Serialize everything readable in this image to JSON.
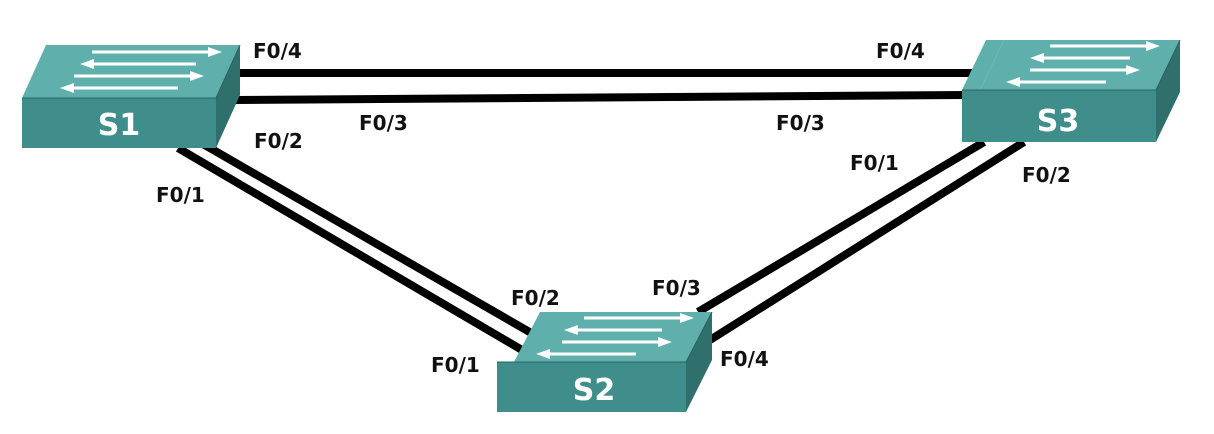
{
  "switches": [
    {
      "id": "S1",
      "name": "S1"
    },
    {
      "id": "S2",
      "name": "S2"
    },
    {
      "id": "S3",
      "name": "S3"
    }
  ],
  "links": [
    {
      "from": "S1",
      "from_port": "F0/4",
      "to": "S3",
      "to_port": "F0/4"
    },
    {
      "from": "S1",
      "from_port": "F0/3",
      "to": "S3",
      "to_port": "F0/3"
    },
    {
      "from": "S1",
      "from_port": "F0/2",
      "to": "S2",
      "to_port": "F0/2"
    },
    {
      "from": "S1",
      "from_port": "F0/1",
      "to": "S2",
      "to_port": "F0/1"
    },
    {
      "from": "S3",
      "from_port": "F0/1",
      "to": "S2",
      "to_port": "F0/3"
    },
    {
      "from": "S3",
      "from_port": "F0/2",
      "to": "S2",
      "to_port": "F0/4"
    }
  ],
  "colors": {
    "switch_top": "#5fb0ad",
    "switch_front": "#3f8e8b",
    "switch_side": "#2f6f6c",
    "link": "#000000",
    "label": "#111111"
  },
  "icons": {
    "switch": "network-switch-icon"
  }
}
